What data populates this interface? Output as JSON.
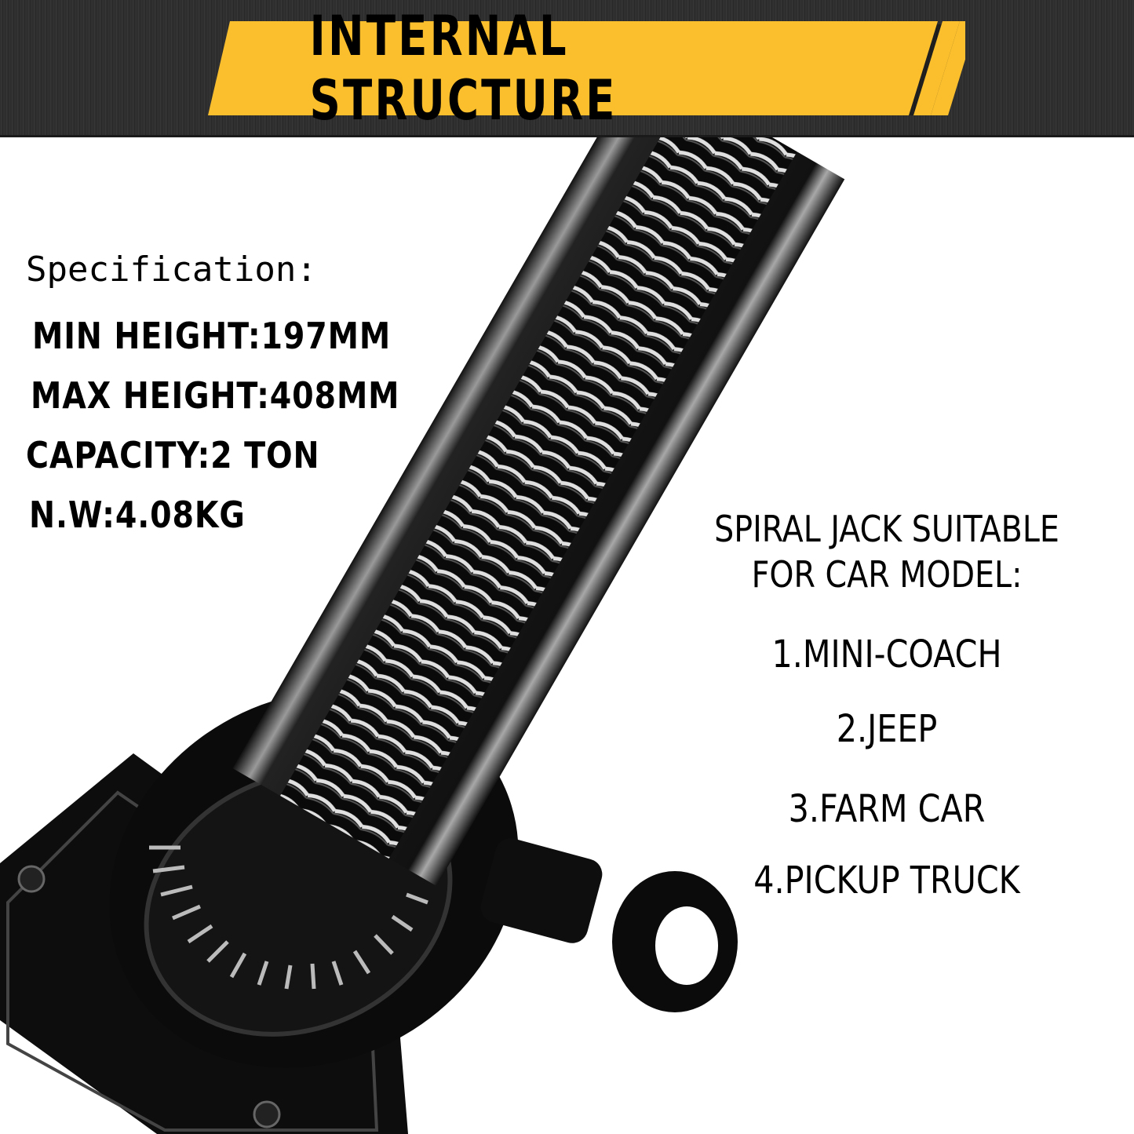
{
  "header": {
    "title": "INTERNAL STRUCTURE",
    "banner_color": "#FBBF2D",
    "background_color": "#2E2E2E"
  },
  "specification": {
    "title": "Specification:",
    "lines": [
      "MIN HEIGHT:197MM",
      "MAX HEIGHT:408MM",
      "CAPACITY:2 TON",
      "N.W:4.08KG"
    ]
  },
  "car_models": {
    "title_line1": "SPIRAL JACK SUITABLE",
    "title_line2": "FOR CAR MODEL:",
    "items": [
      "1.MINI-COACH",
      "2.JEEP",
      "3.FARM CAR",
      "4.PICKUP TRUCK"
    ]
  },
  "image": {
    "subject": "spiral-jack-cutaway-icon"
  }
}
